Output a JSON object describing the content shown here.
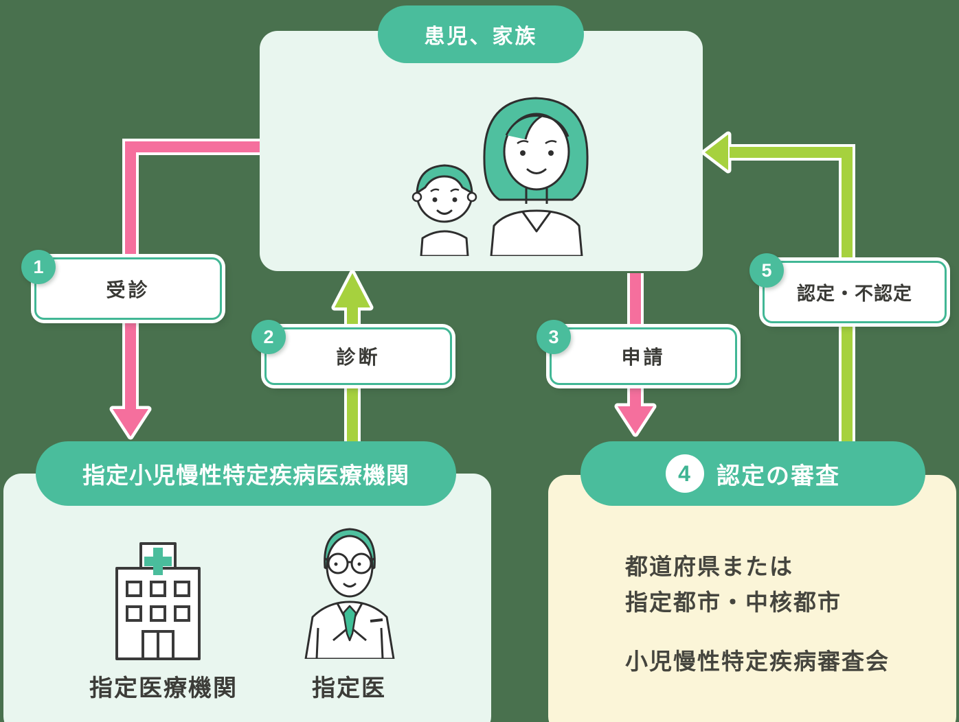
{
  "palette": {
    "background": "#49714E",
    "teal": "#4ABD9C",
    "pink": "#F56F9D",
    "lime": "#A6D13E",
    "mint_panel": "#E9F6EF",
    "cream_panel": "#FBF5D8",
    "text_dark": "#3A3A36",
    "white": "#FFFFFF"
  },
  "family": {
    "pill_label": "患児、家族",
    "illustration": "mother-and-child"
  },
  "steps": {
    "s1": {
      "num": "1",
      "label": "受診"
    },
    "s2": {
      "num": "2",
      "label": "診断"
    },
    "s3": {
      "num": "3",
      "label": "申請"
    },
    "s5": {
      "num": "5",
      "label": "認定・不認定"
    }
  },
  "medical_box": {
    "title": "指定小児慢性特定疾病医療機関",
    "items": [
      {
        "icon": "hospital-icon",
        "label": "指定医療機関"
      },
      {
        "icon": "doctor-icon",
        "label": "指定医"
      }
    ]
  },
  "review_box": {
    "num": "4",
    "title": "認定の審査",
    "line1": "都道府県または",
    "line2": "指定都市・中核都市",
    "line3": "小児慢性特定疾病審査会"
  }
}
